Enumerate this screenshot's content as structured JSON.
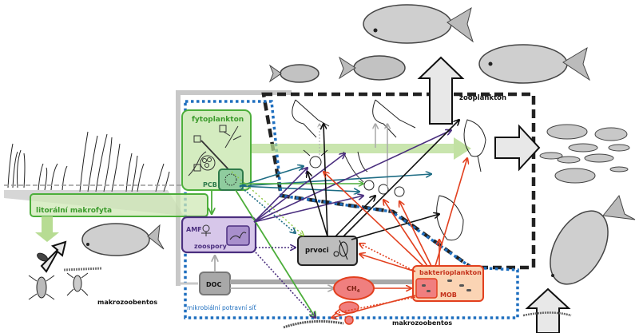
{
  "title": "Potravní síť nádrže s mikrobiální potravní sítí",
  "colors": {
    "phyto": "#4cae3a",
    "phyto_fill": "#d4ecc0",
    "phyto_band": "#b7dc93",
    "cyano_fill": "#8fcc9e",
    "amf": "#4b2f7f",
    "amf_fill": "#d7c7ea",
    "protozoa_fill": "#bdbdbd",
    "doc_fill": "#a8a8a8",
    "bacteria": "#e2401f",
    "bacteria_fill": "#fbd4b4",
    "methane_fill": "#f07f7f",
    "microbial_border": "#1f6fbf",
    "zooplankton_border": "#222222",
    "teal_arrow": "#1d6c84",
    "arrow_gray": "#a9a9a9",
    "fat_arrow_fill": "#e8e8e8"
  },
  "labels": {
    "fytoplankton": "fytoplankton",
    "pcb": "PCB",
    "litoralni_makrofyta": "litorální makrofyta",
    "amf": "AMF",
    "zoospory": "zoospory",
    "prvoci": "prvoci",
    "doc": "DOC",
    "ch4": "CH",
    "ch4_sub": "4",
    "bakterioplankton": "bakterioplankton",
    "mob": "MOB",
    "zooplankton": "zooplankton",
    "mikrobialni_sit": "mikrobiální potravní síť",
    "makrozoobentos_left": "makrozoobentos",
    "makrozoobentos_bottom": "makrozoobentos"
  },
  "nodes": [
    {
      "id": "fytoplankton",
      "label": "fytoplankton"
    },
    {
      "id": "pcb",
      "label": "PCB"
    },
    {
      "id": "litoralni_makrofyta",
      "label": "litorální makrofyta"
    },
    {
      "id": "amf_zoospory",
      "label": "AMF / zoospory"
    },
    {
      "id": "prvoci",
      "label": "prvoci"
    },
    {
      "id": "doc",
      "label": "DOC"
    },
    {
      "id": "ch4",
      "label": "CH4"
    },
    {
      "id": "bakterioplankton",
      "label": "bakterioplankton / MOB"
    },
    {
      "id": "zooplankton",
      "label": "zooplankton"
    },
    {
      "id": "makrozoobentos",
      "label": "makrozoobentos"
    },
    {
      "id": "ryby",
      "label": "ryby"
    }
  ]
}
